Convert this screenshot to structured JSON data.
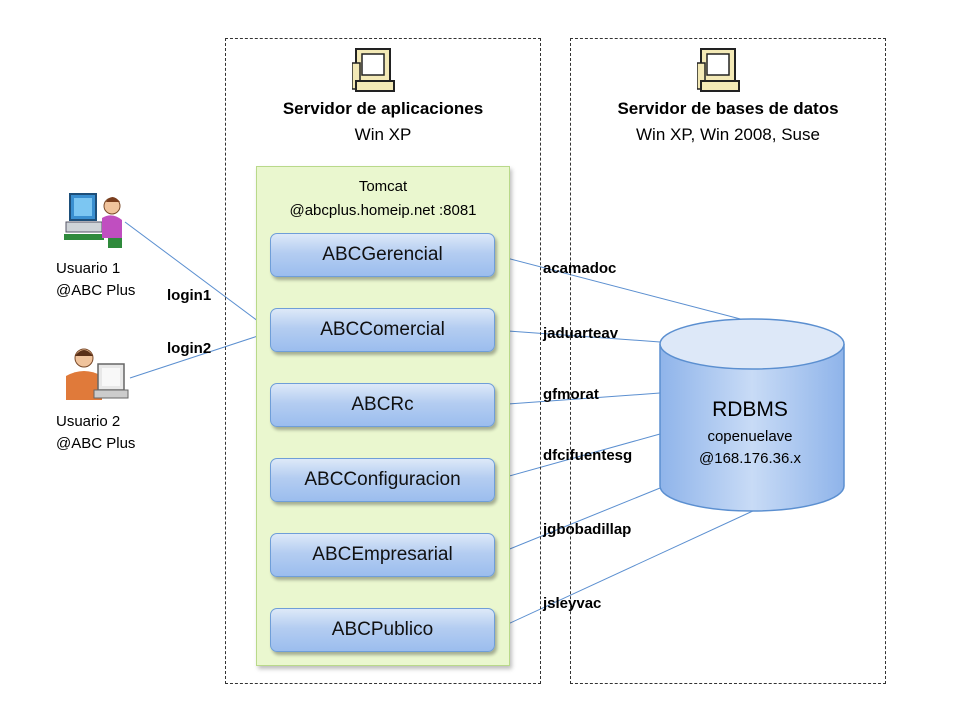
{
  "app_server": {
    "title": "Servidor  de aplicaciones",
    "os": "Win XP"
  },
  "db_server": {
    "title": "Servidor de bases de datos",
    "os": "Win XP, Win 2008, Suse"
  },
  "tomcat": {
    "name": "Tomcat",
    "address": "@abcplus.homeip.net :8081"
  },
  "apps": [
    "ABCGerencial",
    "ABCComercial",
    "ABCRc",
    "ABCConfiguracion",
    "ABCEmpresarial",
    "ABCPublico"
  ],
  "users": [
    {
      "name": "Usuario 1",
      "org": "@ABC Plus",
      "login": "login1"
    },
    {
      "name": "Usuario 2",
      "org": "@ABC Plus",
      "login": "login2"
    }
  ],
  "db_users": [
    "acamadoc",
    "jaduarteav",
    "gfmorat",
    "dfcifuentesg",
    "jgbobadillap",
    "jsleyvac"
  ],
  "database": {
    "name": "RDBMS",
    "schema": "copenuelave",
    "address": "@168.176.36.x"
  },
  "colors": {
    "app_fill": "#b4cdf1",
    "tomcat_fill": "#eaf7cf",
    "db_fill": "#9bbdee",
    "line": "#5b8fd0"
  },
  "icons": {
    "user1": "woman-at-computer-icon",
    "user2": "man-at-computer-icon",
    "server": "computer-terminal-icon"
  }
}
